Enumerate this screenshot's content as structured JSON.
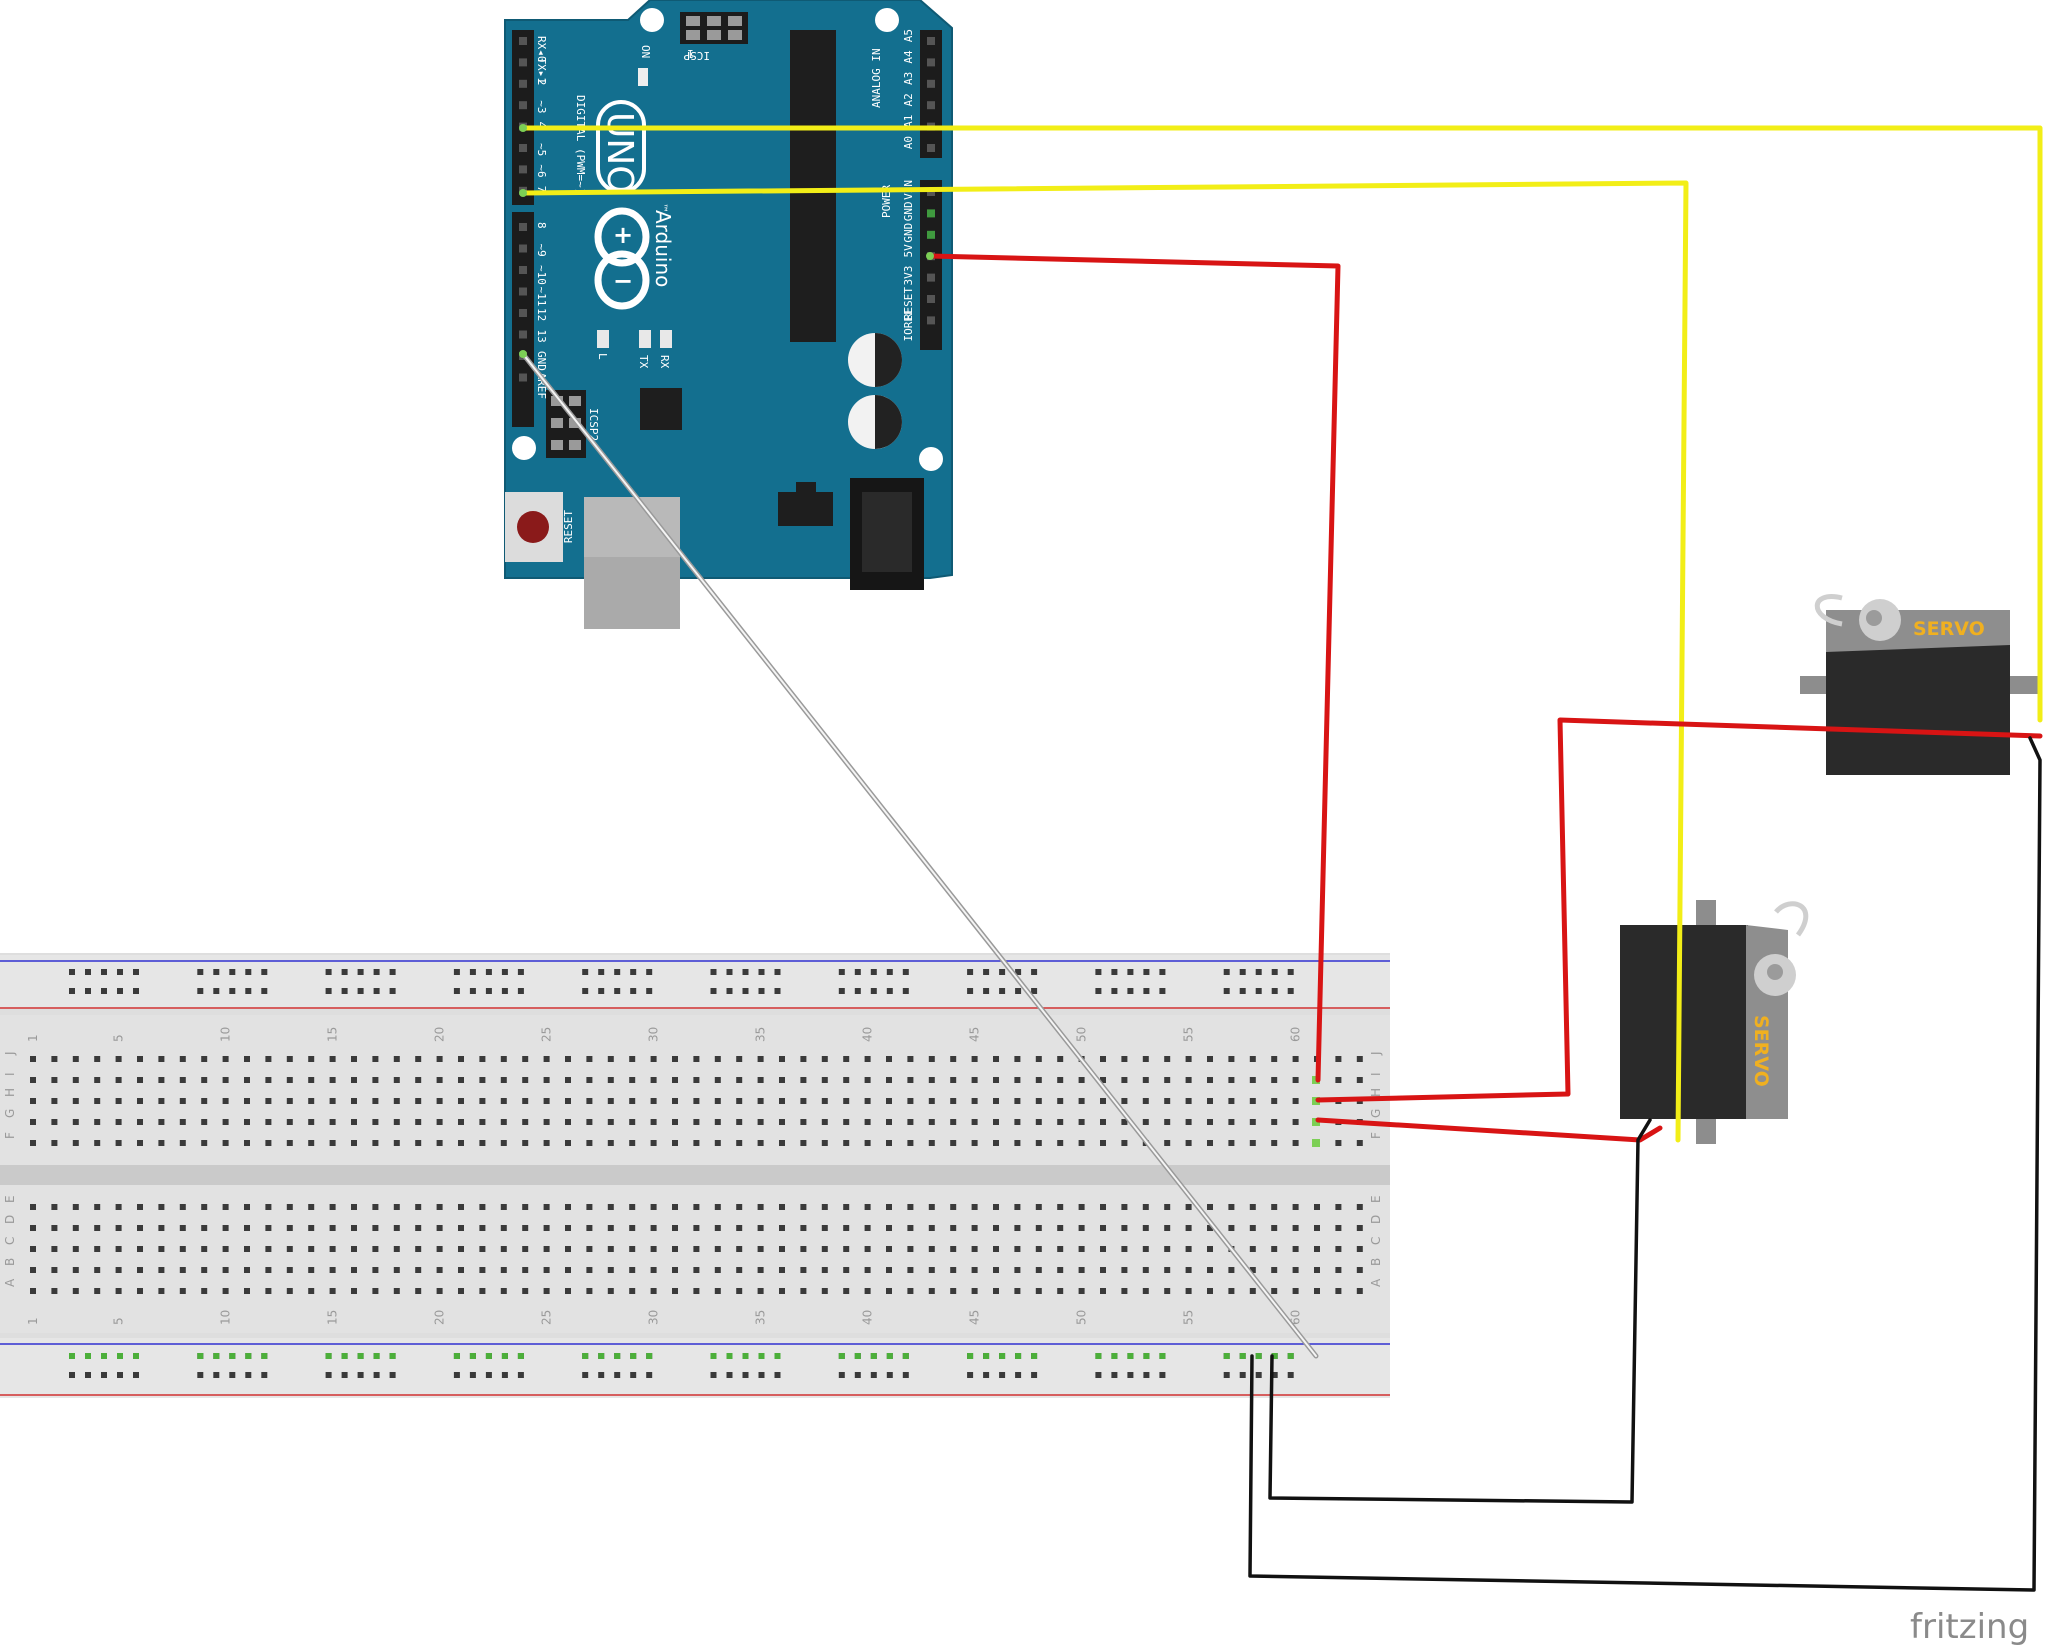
{
  "arduino": {
    "model": "UNO",
    "brand": "Arduino",
    "tm": "™",
    "reset_label": "RESET",
    "icsp_label": "ICSP",
    "icsp2_label": "ICSP2",
    "icsp_pin1": "1",
    "on_label": "ON",
    "l_label": "L",
    "tx_label": "TX",
    "rx_label": "RX",
    "digital_label": "DIGITAL (PWM=~)",
    "analog_label": "ANALOG IN",
    "power_label": "POWER",
    "digital_pins": [
      "RX◂0",
      "TX▸1",
      "2",
      "~3",
      "4",
      "~5",
      "~6",
      "7",
      "8",
      "~9",
      "~10",
      "~11",
      "12",
      "13",
      "GND",
      "AREF"
    ],
    "analog_pins": [
      "A5",
      "A4",
      "A3",
      "A2",
      "A1",
      "A0"
    ],
    "power_pins": [
      "VIN",
      "GND",
      "GND",
      "5V",
      "3V3",
      "RESET",
      "IOREF"
    ]
  },
  "breadboard": {
    "column_numbers": [
      "1",
      "5",
      "10",
      "15",
      "20",
      "25",
      "30",
      "35",
      "40",
      "45",
      "50",
      "55",
      "60"
    ],
    "row_letters_top": [
      "J",
      "I",
      "H",
      "G",
      "F"
    ],
    "row_letters_bottom": [
      "E",
      "D",
      "C",
      "B",
      "A"
    ]
  },
  "servos": [
    {
      "label": "SERVO"
    },
    {
      "label": "SERVO"
    }
  ],
  "watermark": "fritzing",
  "colors": {
    "board": "#136f8f",
    "wire_signal": "#f2ee17",
    "wire_power": "#d81414",
    "wire_ground": "#111111",
    "wire_jumper": "#b9b9b9",
    "breadboard": "#dcdcdc",
    "servo_body": "#2b2b2b",
    "servo_label": "#f0b020"
  }
}
